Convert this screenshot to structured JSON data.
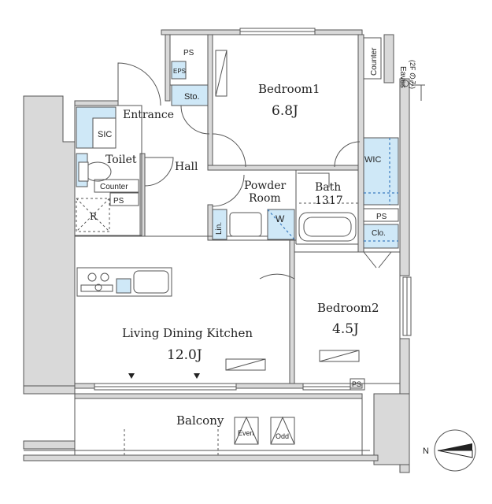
{
  "rooms": {
    "bedroom1": {
      "name": "Bedroom1",
      "size": "6.8J"
    },
    "bedroom2": {
      "name": "Bedroom2",
      "size": "4.5J"
    },
    "ldk": {
      "name": "Living Dining Kitchen",
      "size": "12.0J"
    },
    "powder_room": {
      "line1": "Powder",
      "line2": "Room"
    },
    "bath": {
      "name": "Bath",
      "size": "1317"
    },
    "balcony": {
      "name": "Balcony"
    },
    "entrance": {
      "name": "Entrance"
    },
    "hall": {
      "name": "Hall"
    },
    "toilet": {
      "name": "Toilet"
    }
  },
  "labels": {
    "ps_top": "PS",
    "eps": "EPS",
    "sto": "Sto.",
    "sic": "SIC",
    "counter_toilet": "Counter",
    "ps_toilet": "PS",
    "r": "R",
    "lin": "Lin.",
    "w": "W",
    "wic": "WIC",
    "ps_wic": "PS",
    "clo": "Clo.",
    "ps_br2": "PS",
    "counter_top": "Counter",
    "eaves": "Eaves",
    "eaves_note": "(2F のみ)",
    "even": "Even",
    "odd": "Odd",
    "compass_n": "N"
  }
}
